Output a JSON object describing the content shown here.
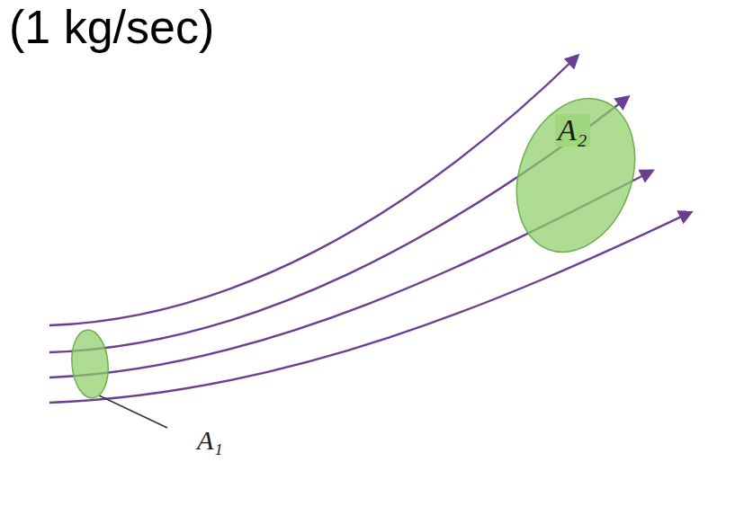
{
  "diagram": {
    "nodes": [
      {
        "text": [
          "A₁"
        ]
      },
      {
        "text": [
          "A₂"
        ]
      }
    ],
    "labels": [
      "(1 kg/sec)"
    ]
  }
}
